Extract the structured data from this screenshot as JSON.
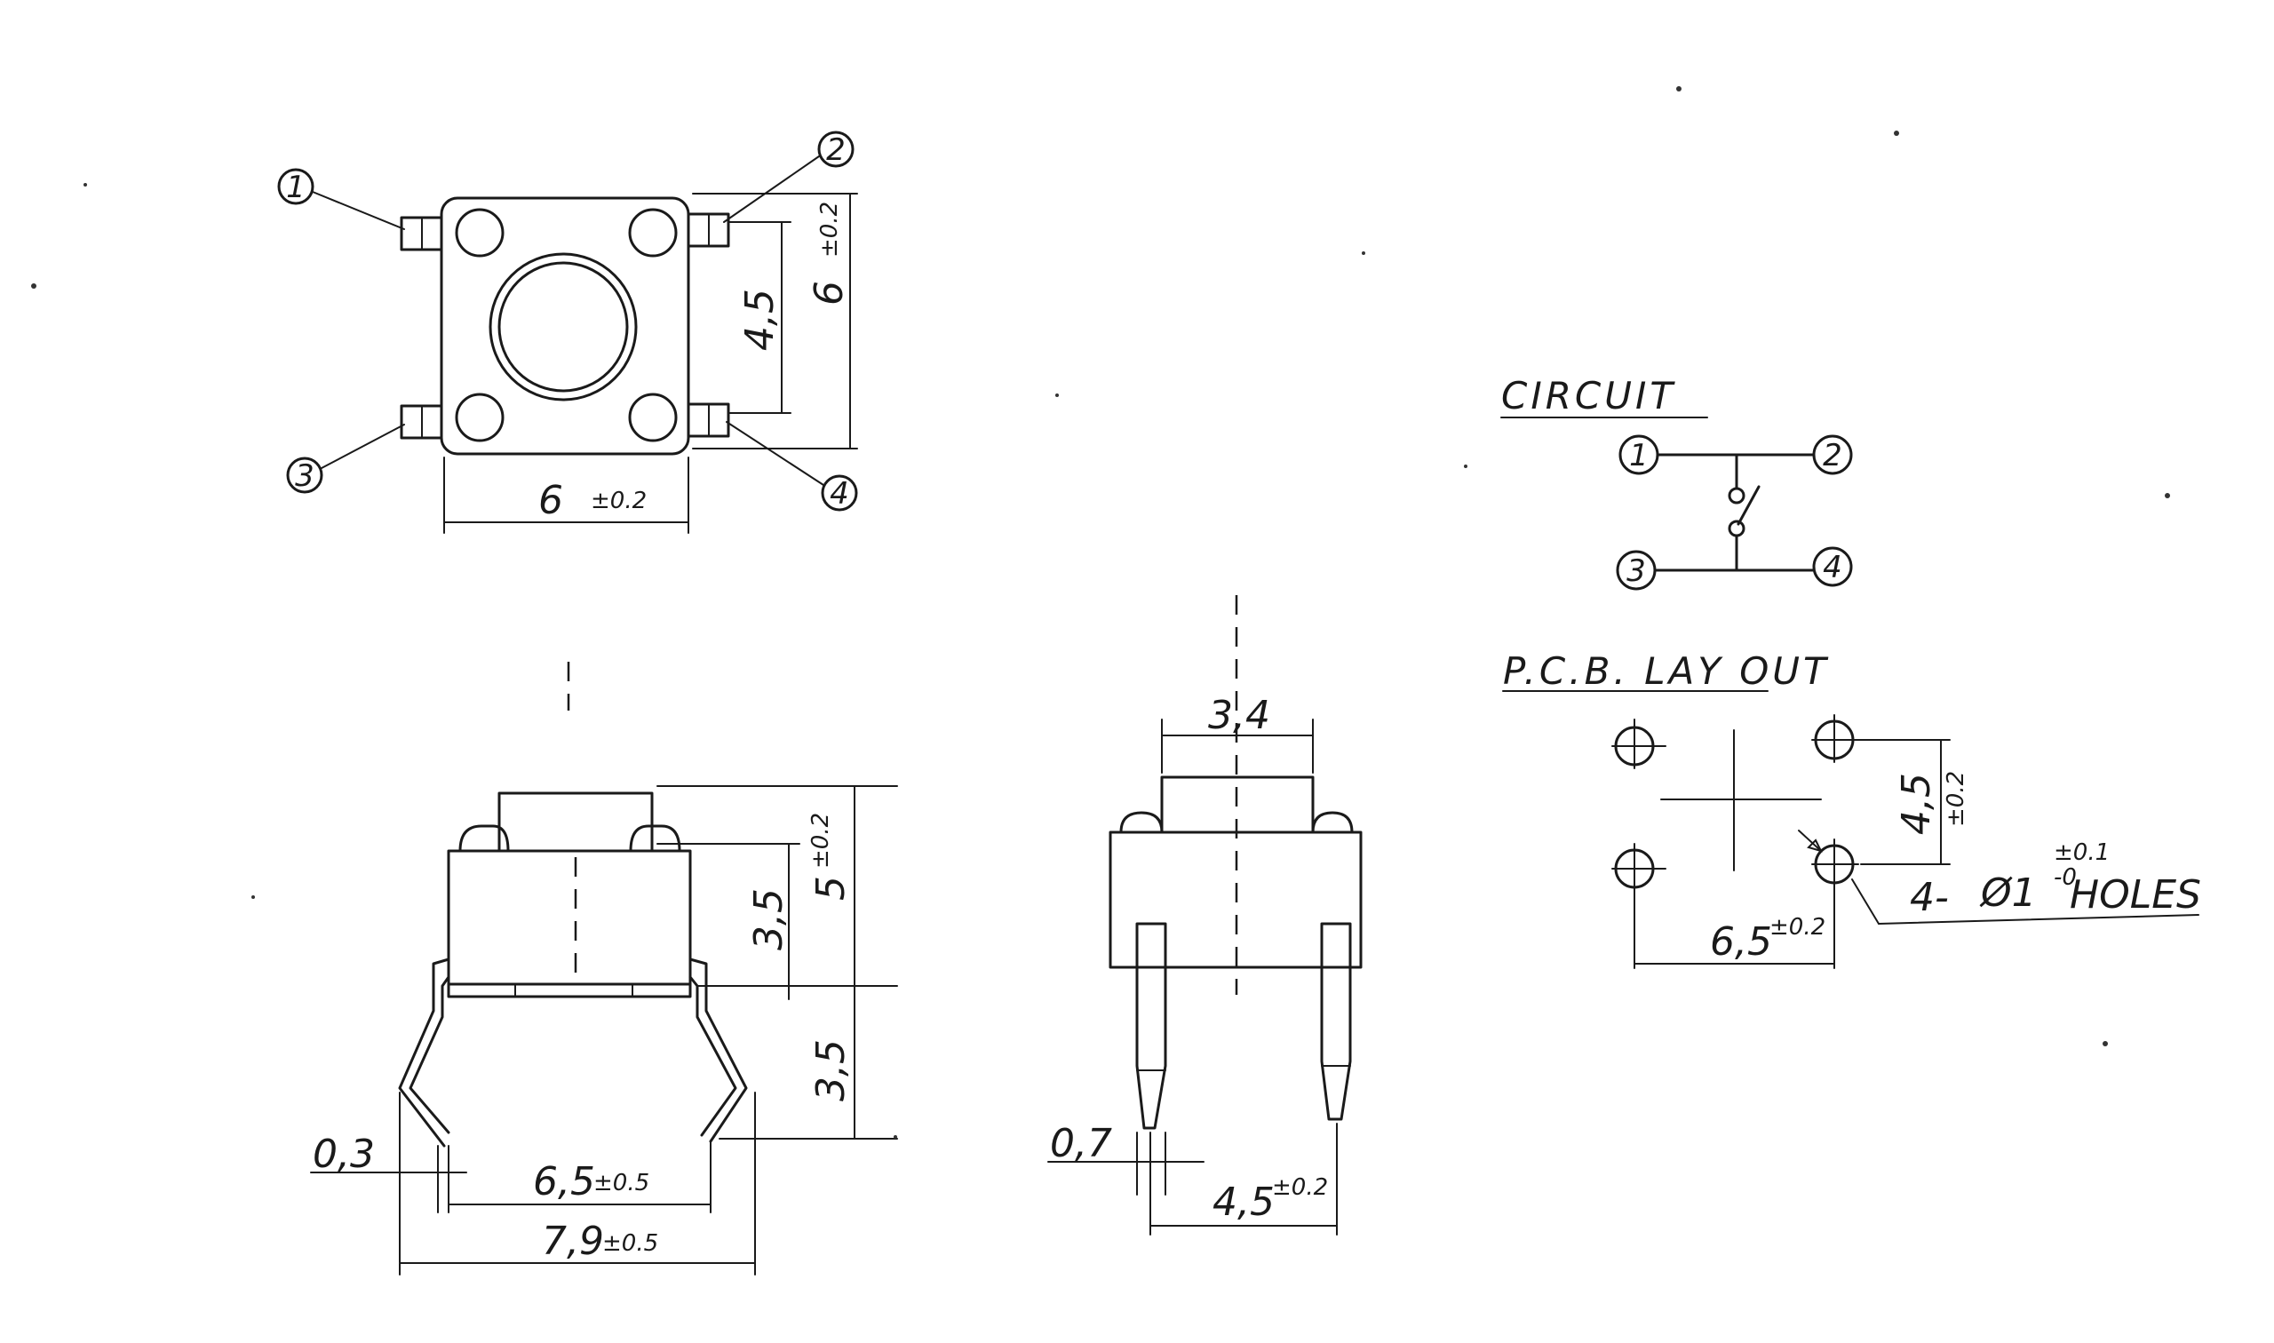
{
  "top_view": {
    "pins": [
      "1",
      "2",
      "3",
      "4"
    ],
    "dim_width": "6",
    "dim_width_tol": "±0.2",
    "dim_height": "6",
    "dim_height_tol": "±0.2",
    "dim_pin_spacing": "4,5"
  },
  "front_view": {
    "dim_body_height": "3,5",
    "dim_total_height": "5",
    "dim_total_height_tol": "±0.2",
    "dim_leg_height": "3,5",
    "dim_leg_thickness": "0,3",
    "dim_leg_spacing": "6,5",
    "dim_leg_spacing_tol": "±0.5",
    "dim_overall_width": "7,9",
    "dim_overall_width_tol": "±0.5"
  },
  "side_view": {
    "dim_actuator_width": "3,4",
    "dim_pin_width": "0,7",
    "dim_pin_spacing": "4,5",
    "dim_pin_spacing_tol": "±0.2"
  },
  "circuit": {
    "title": "CIRCUIT",
    "pins": [
      "1",
      "2",
      "3",
      "4"
    ]
  },
  "pcb_layout": {
    "title": "P.C.B. LAY OUT",
    "dim_vertical": "4,5",
    "dim_vertical_tol": "±0.2",
    "dim_horizontal": "6,5",
    "dim_horizontal_tol": "±0.2",
    "holes_count": "4-",
    "holes_diameter": "Ø1",
    "holes_tol": "±0.1",
    "holes_tol_lower": "-0",
    "holes_label": "HOLES"
  }
}
